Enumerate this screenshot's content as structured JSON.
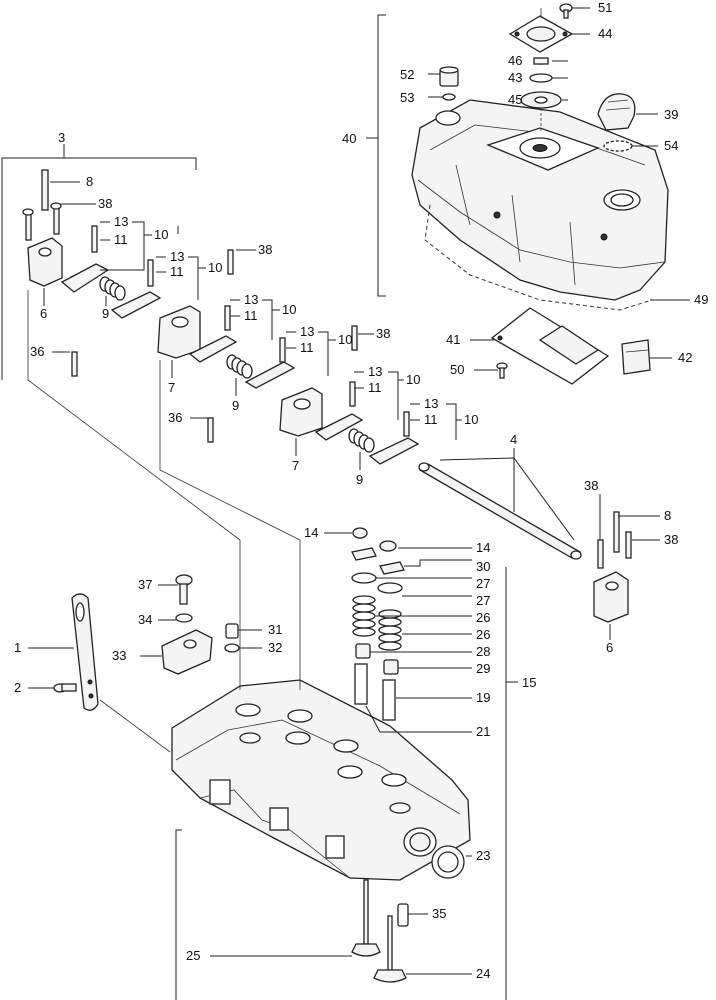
{
  "diagram": {
    "callouts": [
      {
        "id": "c51",
        "text": "51"
      },
      {
        "id": "c44",
        "text": "44"
      },
      {
        "id": "c46",
        "text": "46"
      },
      {
        "id": "c43",
        "text": "43"
      },
      {
        "id": "c52",
        "text": "52"
      },
      {
        "id": "c45",
        "text": "45"
      },
      {
        "id": "c53",
        "text": "53"
      },
      {
        "id": "c39",
        "text": "39"
      },
      {
        "id": "c40",
        "text": "40"
      },
      {
        "id": "c54",
        "text": "54"
      },
      {
        "id": "c3",
        "text": "3"
      },
      {
        "id": "c8a",
        "text": "8"
      },
      {
        "id": "c38a",
        "text": "38"
      },
      {
        "id": "c13a",
        "text": "13"
      },
      {
        "id": "c10a",
        "text": "10"
      },
      {
        "id": "c11a",
        "text": "11"
      },
      {
        "id": "c38b",
        "text": "38"
      },
      {
        "id": "c13b",
        "text": "13"
      },
      {
        "id": "c10b",
        "text": "10"
      },
      {
        "id": "c11b",
        "text": "11"
      },
      {
        "id": "c6a",
        "text": "6"
      },
      {
        "id": "c9a",
        "text": "9"
      },
      {
        "id": "c13c",
        "text": "13"
      },
      {
        "id": "c10c",
        "text": "10"
      },
      {
        "id": "c11c",
        "text": "11"
      },
      {
        "id": "c49",
        "text": "49"
      },
      {
        "id": "c13d",
        "text": "13"
      },
      {
        "id": "c38c",
        "text": "38"
      },
      {
        "id": "c10d",
        "text": "10"
      },
      {
        "id": "c11d",
        "text": "11"
      },
      {
        "id": "c41",
        "text": "41"
      },
      {
        "id": "c42",
        "text": "42"
      },
      {
        "id": "c36a",
        "text": "36"
      },
      {
        "id": "c7a",
        "text": "7"
      },
      {
        "id": "c9b",
        "text": "9"
      },
      {
        "id": "c50",
        "text": "50"
      },
      {
        "id": "c13e",
        "text": "13"
      },
      {
        "id": "c10e",
        "text": "10"
      },
      {
        "id": "c11e",
        "text": "11"
      },
      {
        "id": "c13f",
        "text": "13"
      },
      {
        "id": "c10f",
        "text": "10"
      },
      {
        "id": "c11f",
        "text": "11"
      },
      {
        "id": "c36b",
        "text": "36"
      },
      {
        "id": "c7b",
        "text": "7"
      },
      {
        "id": "c9c",
        "text": "9"
      },
      {
        "id": "c4",
        "text": "4"
      },
      {
        "id": "c38d",
        "text": "38"
      },
      {
        "id": "c8b",
        "text": "8"
      },
      {
        "id": "c38e",
        "text": "38"
      },
      {
        "id": "c14a",
        "text": "14"
      },
      {
        "id": "c14b",
        "text": "14"
      },
      {
        "id": "c30",
        "text": "30"
      },
      {
        "id": "c27a",
        "text": "27"
      },
      {
        "id": "c27b",
        "text": "27"
      },
      {
        "id": "c37",
        "text": "37"
      },
      {
        "id": "c26a",
        "text": "26"
      },
      {
        "id": "c26b",
        "text": "26"
      },
      {
        "id": "c34",
        "text": "34"
      },
      {
        "id": "c31",
        "text": "31"
      },
      {
        "id": "c6b",
        "text": "6"
      },
      {
        "id": "c1",
        "text": "1"
      },
      {
        "id": "c32",
        "text": "32"
      },
      {
        "id": "c28",
        "text": "28"
      },
      {
        "id": "c33",
        "text": "33"
      },
      {
        "id": "c29",
        "text": "29"
      },
      {
        "id": "c15",
        "text": "15"
      },
      {
        "id": "c2",
        "text": "2"
      },
      {
        "id": "c19",
        "text": "19"
      },
      {
        "id": "c21",
        "text": "21"
      },
      {
        "id": "c23",
        "text": "23"
      },
      {
        "id": "c35",
        "text": "35"
      },
      {
        "id": "c25",
        "text": "25"
      },
      {
        "id": "c24",
        "text": "24"
      }
    ]
  }
}
